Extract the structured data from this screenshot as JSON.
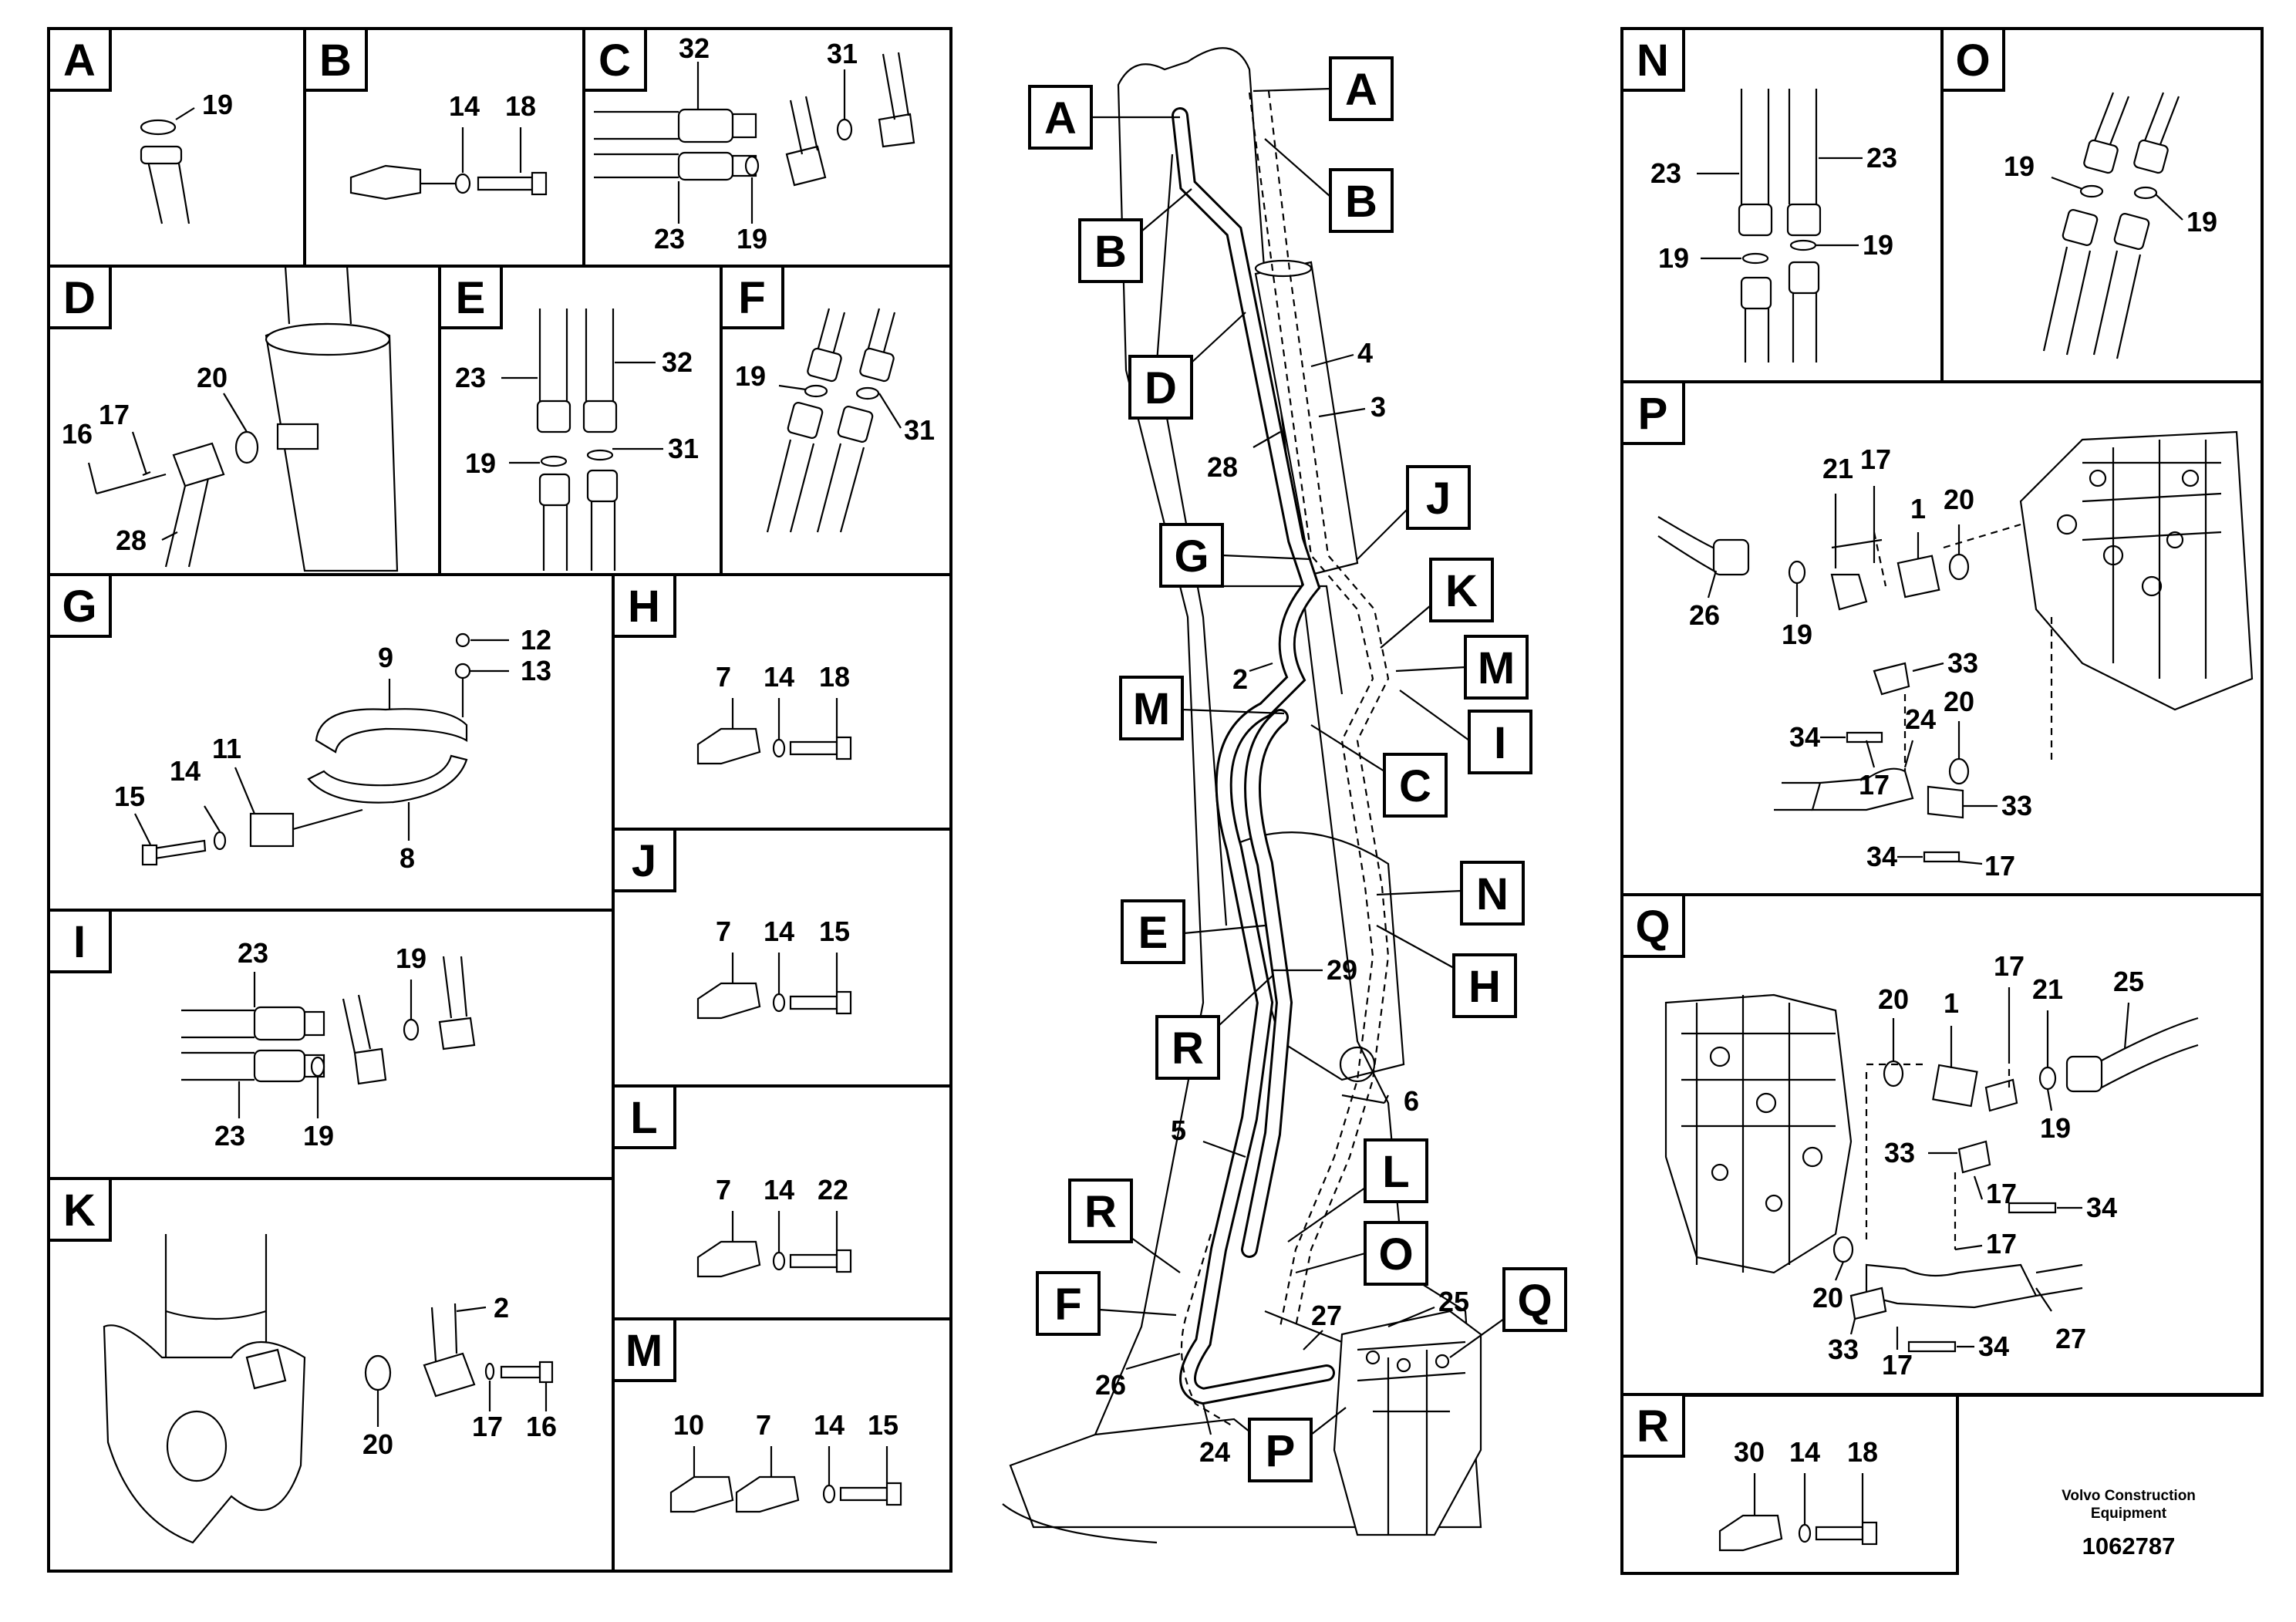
{
  "panels": {
    "A": {
      "letter": "A",
      "labels": [
        "19"
      ]
    },
    "B": {
      "letter": "B",
      "labels": [
        "14",
        "18"
      ]
    },
    "C": {
      "letter": "C",
      "labels": [
        "32",
        "31",
        "23",
        "19"
      ]
    },
    "D": {
      "letter": "D",
      "labels": [
        "20",
        "17",
        "16",
        "28"
      ]
    },
    "E": {
      "letter": "E",
      "labels": [
        "23",
        "32",
        "19",
        "31"
      ]
    },
    "F": {
      "letter": "F",
      "labels": [
        "19",
        "31"
      ]
    },
    "G": {
      "letter": "G",
      "labels": [
        "9",
        "12",
        "13",
        "11",
        "15",
        "14",
        "8"
      ]
    },
    "H": {
      "letter": "H",
      "labels": [
        "7",
        "14",
        "18"
      ]
    },
    "I": {
      "letter": "I",
      "labels": [
        "23",
        "19",
        "23",
        "19"
      ]
    },
    "J": {
      "letter": "J",
      "labels": [
        "7",
        "14",
        "15"
      ]
    },
    "K": {
      "letter": "K",
      "labels": [
        "2",
        "20",
        "17",
        "16"
      ]
    },
    "L": {
      "letter": "L",
      "labels": [
        "7",
        "14",
        "22"
      ]
    },
    "M": {
      "letter": "M",
      "labels": [
        "10",
        "7",
        "14",
        "15"
      ]
    },
    "N": {
      "letter": "N",
      "labels": [
        "23",
        "23",
        "19",
        "19"
      ]
    },
    "O": {
      "letter": "O",
      "labels": [
        "19",
        "19"
      ]
    },
    "P": {
      "letter": "P",
      "labels": [
        "21",
        "17",
        "1",
        "20",
        "26",
        "19",
        "33",
        "34",
        "24",
        "20",
        "17",
        "33",
        "34",
        "17"
      ]
    },
    "Q": {
      "letter": "Q",
      "labels": [
        "17",
        "21",
        "25",
        "20",
        "1",
        "19",
        "33",
        "17",
        "34",
        "17",
        "20",
        "33",
        "17",
        "34",
        "27"
      ]
    },
    "R": {
      "letter": "R",
      "labels": [
        "30",
        "14",
        "18"
      ]
    }
  },
  "main_callouts": [
    "A",
    "A",
    "B",
    "B",
    "D",
    "J",
    "G",
    "K",
    "M",
    "M",
    "I",
    "C",
    "N",
    "E",
    "H",
    "R",
    "R",
    "L",
    "O",
    "F",
    "Q",
    "P"
  ],
  "main_numbers": [
    "4",
    "3",
    "28",
    "2",
    "29",
    "6",
    "5",
    "27",
    "25",
    "26",
    "24"
  ],
  "footer": {
    "line1": "Volvo Construction",
    "line2": "Equipment",
    "doc_number": "1062787"
  }
}
